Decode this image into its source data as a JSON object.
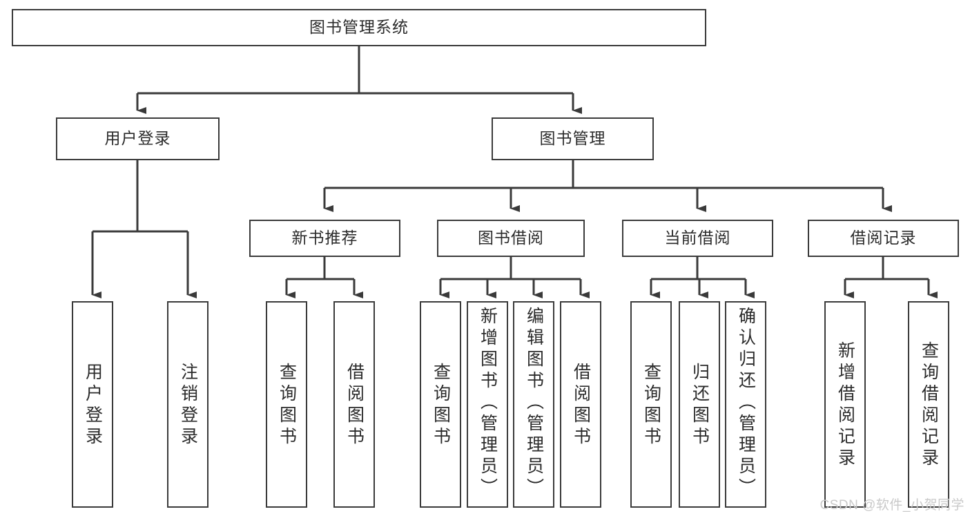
{
  "diagram": {
    "title": "图书管理系统",
    "watermark": "CSDN @软件_小贺同学",
    "stroke_color": "#3a3a3a",
    "text_color": "#2b2b2b",
    "background_color": "#ffffff",
    "root": {
      "label": "图书管理系统"
    },
    "level2": [
      {
        "label": "用户登录"
      },
      {
        "label": "图书管理"
      }
    ],
    "level3": [
      {
        "label": "新书推荐"
      },
      {
        "label": "图书借阅"
      },
      {
        "label": "当前借阅"
      },
      {
        "label": "借阅记录"
      }
    ],
    "leaves": [
      {
        "label": "用户登录",
        "parent": "用户登录"
      },
      {
        "label": "注销登录",
        "parent": "用户登录"
      },
      {
        "label": "查询图书",
        "parent": "新书推荐"
      },
      {
        "label": "借阅图书",
        "parent": "新书推荐"
      },
      {
        "label": "查询图书",
        "parent": "图书借阅"
      },
      {
        "label": "新增图书（管理员）",
        "parent": "图书借阅"
      },
      {
        "label": "编辑图书（管理员）",
        "parent": "图书借阅"
      },
      {
        "label": "借阅图书",
        "parent": "图书借阅"
      },
      {
        "label": "查询图书",
        "parent": "当前借阅"
      },
      {
        "label": "归还图书",
        "parent": "当前借阅"
      },
      {
        "label": "确认归还（管理员）",
        "parent": "当前借阅"
      },
      {
        "label": "新增借阅记录",
        "parent": "借阅记录"
      },
      {
        "label": "查询借阅记录",
        "parent": "借阅记录"
      }
    ]
  }
}
